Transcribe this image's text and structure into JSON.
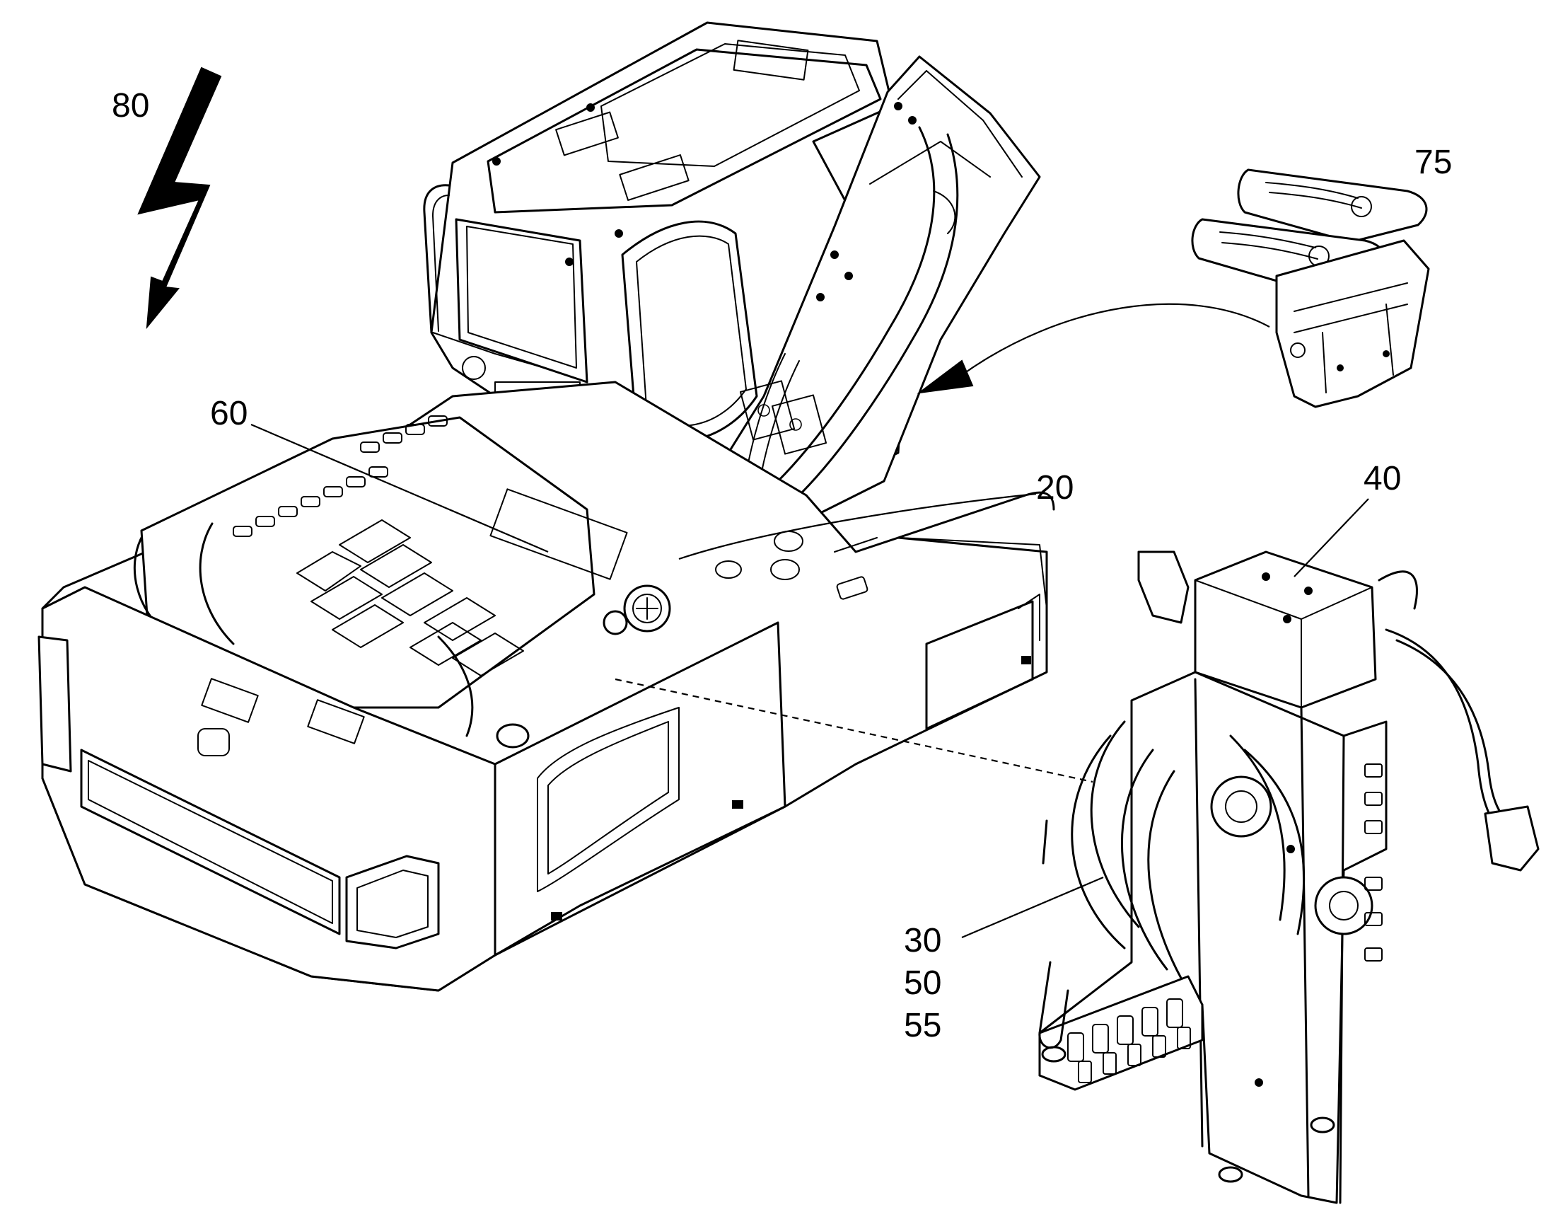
{
  "figure": {
    "reference_numerals": {
      "n80": "80",
      "n75": "75",
      "n60": "60",
      "n20": "20",
      "n40": "40",
      "n30": "30",
      "n50": "50",
      "n55": "55"
    }
  }
}
